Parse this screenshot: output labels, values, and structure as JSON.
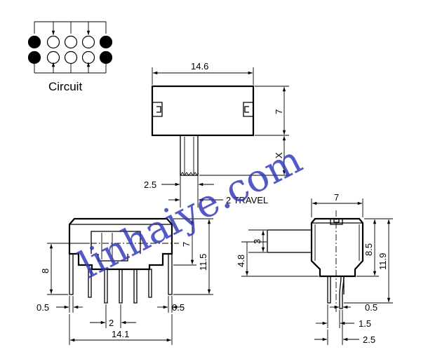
{
  "circuit": {
    "label": "Circuit",
    "rows": [
      [
        "filled",
        "open",
        "open",
        "open",
        "filled"
      ],
      [
        "filled",
        "open",
        "open",
        "open",
        "filled"
      ]
    ]
  },
  "top_view": {
    "width_label": "14.6",
    "height_label": "7",
    "actuator_label": "X",
    "actuator_width_label": "2.5",
    "travel_label": "2 TRAVEL"
  },
  "front_view": {
    "height_8": "8",
    "height_7": "7",
    "height_11_5": "11.5",
    "pin_left_label": "0.5",
    "pin_right_label": "0.5",
    "pitch_label": "2",
    "overall_width_label": "14.1"
  },
  "side_view": {
    "top_width_label": "7",
    "actuator_height_label": "3",
    "actuator_pos_label": "4.8",
    "height_8_5": "8.5",
    "height_11_9": "11.9",
    "pin_thickness_label": "0.5",
    "pin_spacing_label": "1.5",
    "pin_span_label": "2.5"
  },
  "watermark": "linhaiye.com"
}
